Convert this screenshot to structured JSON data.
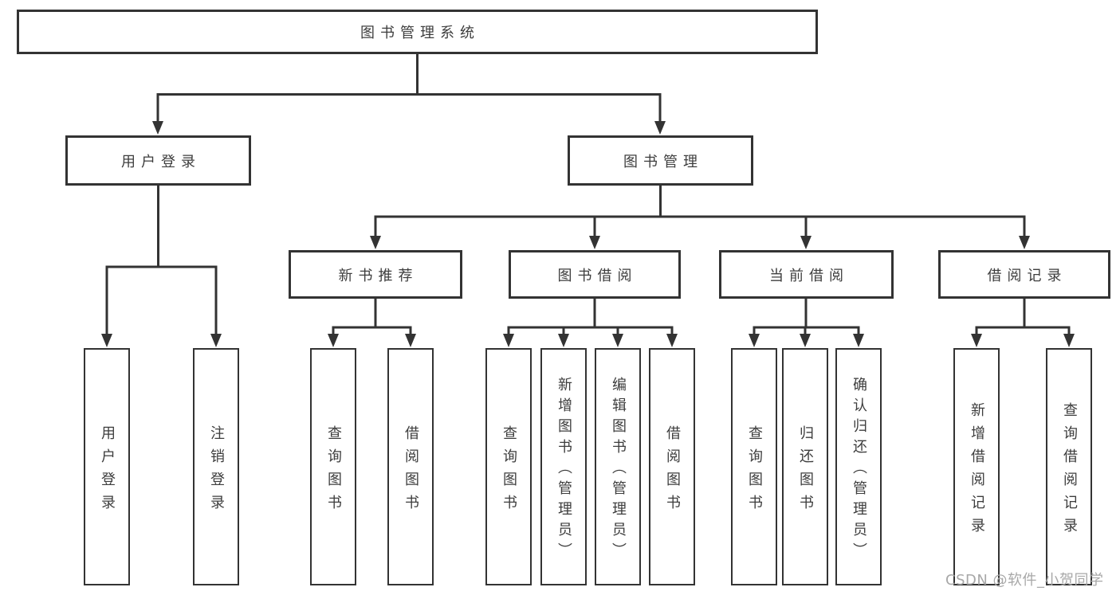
{
  "diagram": {
    "root": {
      "label": "图书管理系统"
    },
    "level2": {
      "user_login": {
        "label": "用户登录"
      },
      "book_manage": {
        "label": "图书管理"
      }
    },
    "level3": {
      "new_books": {
        "label": "新书推荐"
      },
      "book_borrow": {
        "label": "图书借阅"
      },
      "current_borrow": {
        "label": "当前借阅"
      },
      "borrow_records": {
        "label": "借阅记录"
      }
    },
    "leaves": {
      "user_login": [
        "用户登录",
        "注销登录"
      ],
      "new_books": [
        "查询图书",
        "借阅图书"
      ],
      "book_borrow": [
        "查询图书",
        "新增图书（管理员）",
        "编辑图书（管理员）",
        "借阅图书"
      ],
      "current_borrow": [
        "查询图书",
        "归还图书",
        "确认归还（管理员）"
      ],
      "borrow_records": [
        "新增借阅记录",
        "查询借阅记录"
      ]
    }
  },
  "watermark": {
    "text": "CSDN @软件_小贺同学"
  },
  "colors": {
    "line": "#333333",
    "box_border": "#333333",
    "text": "#3d3d3d",
    "watermark": "#a8a8a8",
    "background": "#ffffff"
  }
}
